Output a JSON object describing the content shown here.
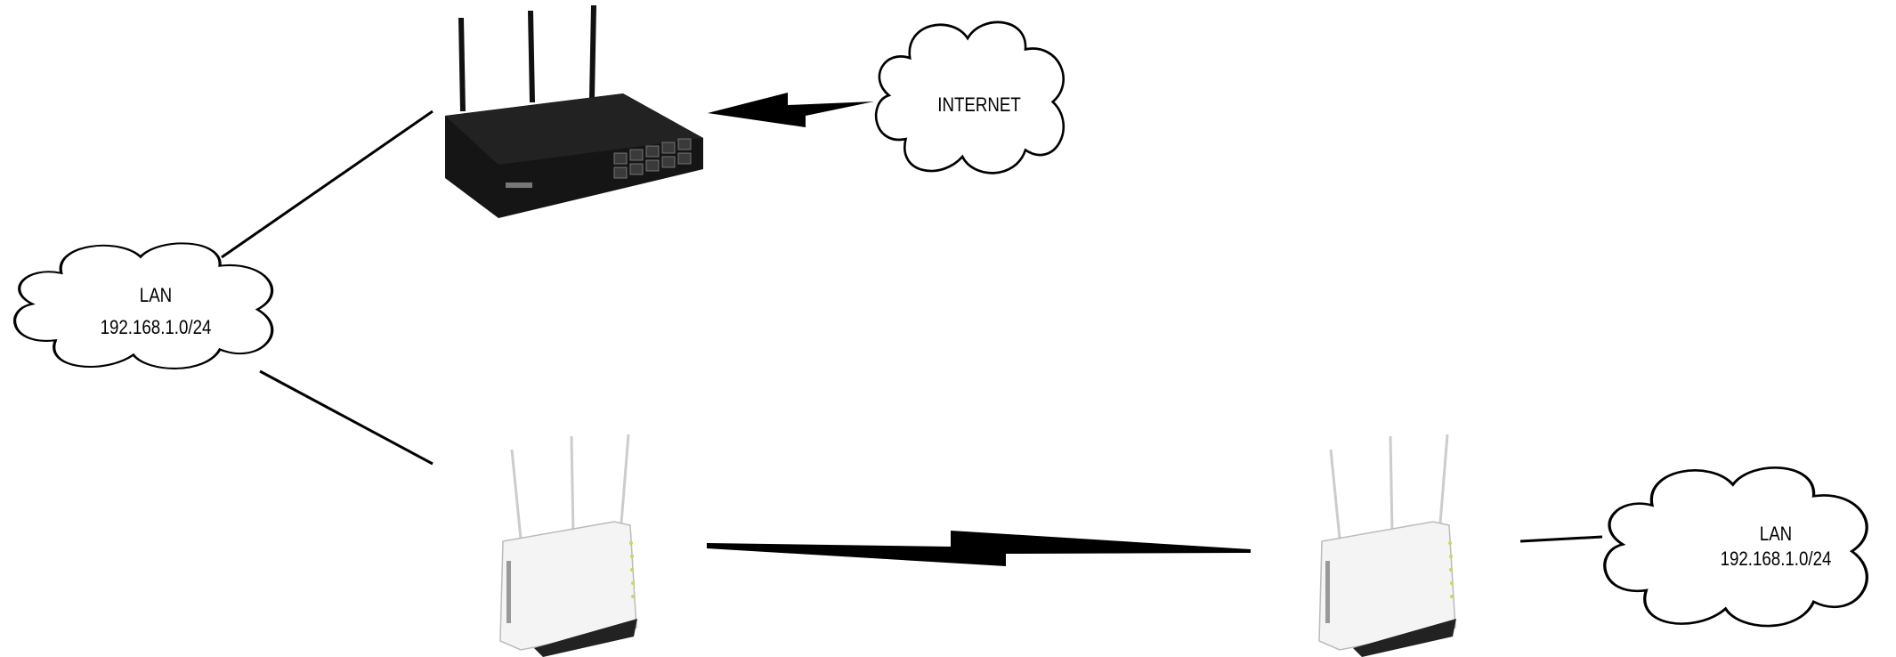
{
  "diagram": {
    "internet_cloud": {
      "label": "INTERNET"
    },
    "left_lan_cloud": {
      "label": "LAN",
      "subnet": "192.168.1.0/24"
    },
    "right_lan_cloud": {
      "label": "LAN",
      "subnet": "192.168.1.0/24"
    },
    "devices": [
      {
        "name": "main-router",
        "type": "router",
        "color": "#111111"
      },
      {
        "name": "access-point-left",
        "type": "wireless-ap",
        "color": "#f2f2f2"
      },
      {
        "name": "access-point-right",
        "type": "wireless-ap",
        "color": "#f2f2f2"
      }
    ],
    "links": [
      {
        "from": "main-router",
        "to": "internet_cloud",
        "kind": "wireless"
      },
      {
        "from": "left_lan_cloud",
        "to": "main-router",
        "kind": "wired"
      },
      {
        "from": "left_lan_cloud",
        "to": "access-point-left",
        "kind": "wired"
      },
      {
        "from": "access-point-left",
        "to": "access-point-right",
        "kind": "wireless"
      },
      {
        "from": "access-point-right",
        "to": "right_lan_cloud",
        "kind": "wired"
      }
    ]
  }
}
